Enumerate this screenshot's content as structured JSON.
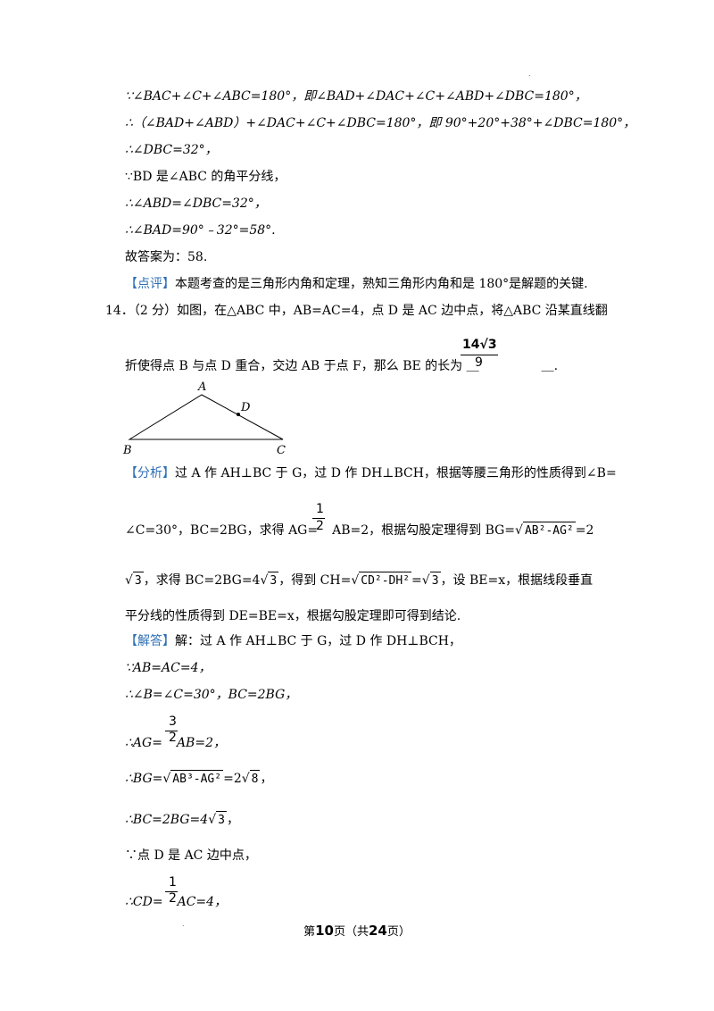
{
  "lines": [
    "∵∠BAC+∠C+∠ABC=180°，即∠BAD+∠DAC+∠C+∠ABD+∠DBC=180°，",
    "∴（∠BAD+∠ABD）+∠DAC+∠C+∠DBC=180°，即 90°+20°+38°+∠DBC=180°，",
    "∴∠DBC=32°，",
    "∵BD 是∠ABC 的角平分线，",
    "∴∠ABD=∠DBC=32°，",
    "∴∠BAD=90°﹣32°=58°.",
    "故答案为：58."
  ],
  "comment": {
    "tag": "【点评】",
    "text": "本题考查的是三角形内角和定理，熟知三角形内角和是 180°是解题的关键."
  },
  "q14": {
    "line1": "14．（2 分）如图，在△ABC 中，AB=AC=4，点 D 是 AC 边中点，将△ABC 沿某直线翻",
    "line2_before": "折使得点 B 与点 D 重合，交边 AB 于点 F，那么 BE 的长为 ＿",
    "line2_after": "＿.",
    "answer_num": "14√3",
    "answer_den": "9"
  },
  "figure": {
    "label_a": "A",
    "label_b": "B",
    "label_c": "C",
    "label_d": "D"
  },
  "analysis": {
    "tag": "【分析】",
    "l1": "过 A 作 AH⊥BC 于 G，过 D 作 DH⊥BCH，根据等腰三角形的性质得到∠B=",
    "l2a": "∠C=30°，BC=2BG，求得 AG=",
    "frac_num": "1",
    "frac_den": "2",
    "l2b": "AB=2，根据勾股定理得到 BG=",
    "l2c": "AB²-AG²",
    "l2d": "=2",
    "l3a": "3",
    "l3b": "，求得 BC=2BG=4",
    "l3c": "3",
    "l3d": "，得到 CH=",
    "l3e": "CD²-DH²",
    "l3f": "=",
    "l3g": "3",
    "l3h": "，设 BE=x，根据线段垂直",
    "l4": "平分线的性质得到 DE=BE=x，根据勾股定理即可得到结论."
  },
  "solution": {
    "tag": "【解答】",
    "l1": "解：过 A 作 AH⊥BC 于 G，过 D 作 DH⊥BCH，",
    "l2": "∵AB=AC=4，",
    "l3": "∴∠B=∠C=30°，BC=2BG，",
    "l4_frac_num": "3",
    "l4_frac_den": "2",
    "l4a": "∴AG=",
    "l4b": "AB=2，",
    "l5a": "∴BG=",
    "l5b": "AB³-AG²",
    "l5c": "=2",
    "l5d": "8",
    "l5e": "，",
    "l6a": "∴BC=2BG=4",
    "l6b": "3",
    "l6c": "，",
    "l7": "∵点 D 是 AC 边中点，",
    "l8_frac_num": "1",
    "l8_frac_den": "2",
    "l8a": "∴CD=",
    "l8b": "AC=4，"
  },
  "footer": {
    "pre": "第",
    "page": "10",
    "mid": "页（共",
    "total": "24",
    "post": "页）"
  }
}
